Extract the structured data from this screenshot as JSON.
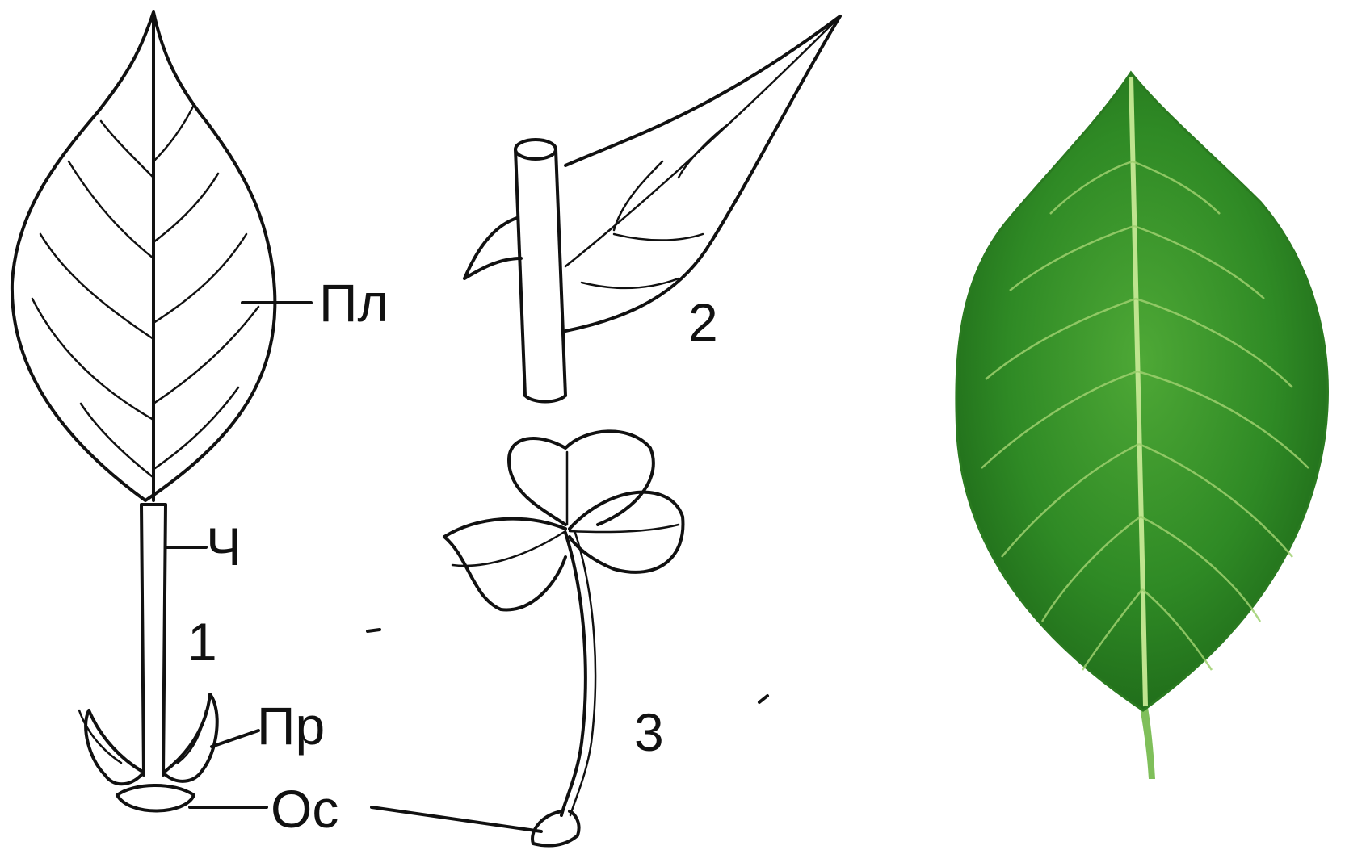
{
  "diagram": {
    "labels": {
      "blade": "Пл",
      "petiole": "Ч",
      "stipules": "Пр",
      "base": "Ос",
      "fig1": "1",
      "fig2": "2",
      "fig3": "3"
    }
  },
  "colors": {
    "ink": "#111111",
    "leaf_dark": "#1f6f1c",
    "leaf_mid": "#3f9a2e",
    "leaf_light": "#6cc04a",
    "vein": "#b9e08a"
  }
}
